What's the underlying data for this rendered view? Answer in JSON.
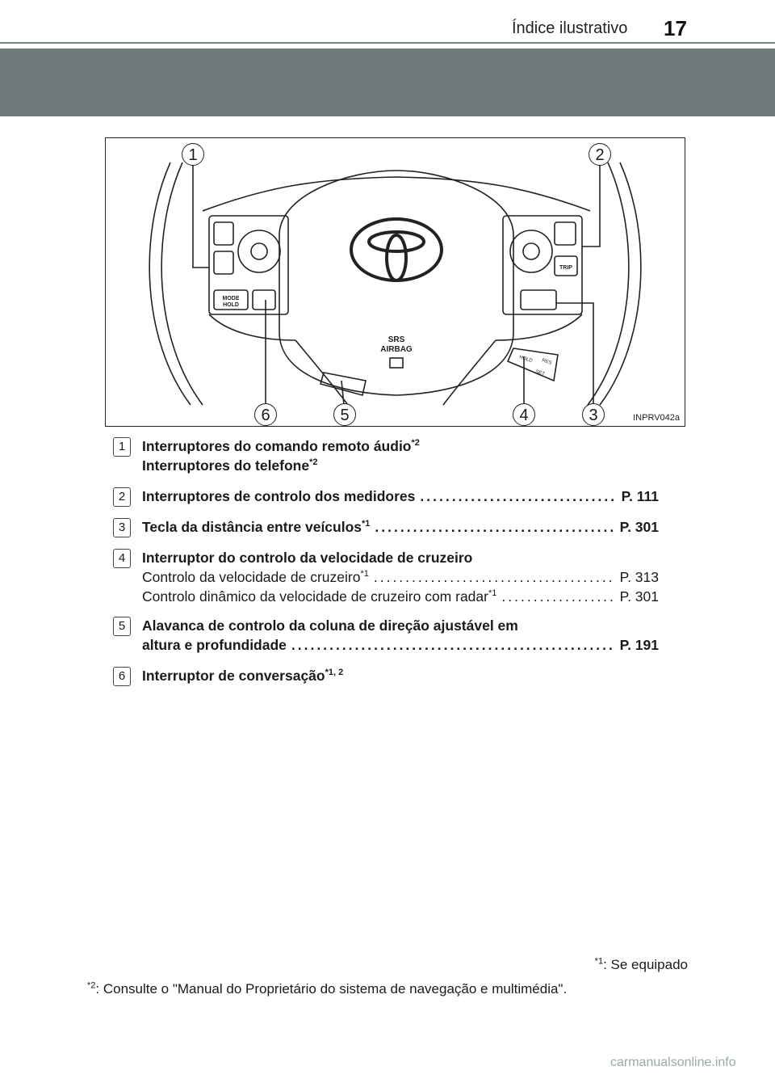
{
  "header": {
    "title": "Índice ilustrativo",
    "page_number": "17"
  },
  "figure": {
    "code": "INPRV042a",
    "callouts": [
      "1",
      "2",
      "3",
      "4",
      "5",
      "6"
    ],
    "srs_line1": "SRS",
    "srs_line2": "AIRBAG",
    "mode_label": "MODE",
    "hold_label": "HOLD",
    "trip_label": "TRIP",
    "lever_res": "RES",
    "lever_set": "SET",
    "lever_hold": "HOLD"
  },
  "items": [
    {
      "n": "1",
      "line1": "Interruptores do comando remoto áudio",
      "sup1": "*2",
      "line2": "Interruptores do telefone",
      "sup2": "*2"
    },
    {
      "n": "2",
      "text": "Interruptores de controlo dos medidores",
      "page": "P. 111"
    },
    {
      "n": "3",
      "text": "Tecla da distância entre veículos",
      "sup": "*1",
      "page": "P. 301"
    },
    {
      "n": "4",
      "title": "Interruptor do controlo da velocidade de cruzeiro",
      "sub1": "Controlo da velocidade de cruzeiro",
      "sub1_sup": "*1",
      "sub1_page": "P. 313",
      "sub2": "Controlo dinâmico da velocidade de cruzeiro com radar",
      "sub2_sup": "*1",
      "sub2_page": "P. 301"
    },
    {
      "n": "5",
      "line1": "Alavanca de controlo da coluna de direção ajustável em",
      "line2": "altura e profundidade",
      "page": "P. 191"
    },
    {
      "n": "6",
      "text": "Interruptor de conversação",
      "sup": "*1, 2"
    }
  ],
  "footnotes": {
    "f1_mark": "*1",
    "f1_text": ": Se equipado",
    "f2_mark": "*2",
    "f2_text": ": Consulte o \"Manual do Proprietário do sistema de navegação e multimédia\"."
  },
  "watermark": "carmanualsonline.info"
}
